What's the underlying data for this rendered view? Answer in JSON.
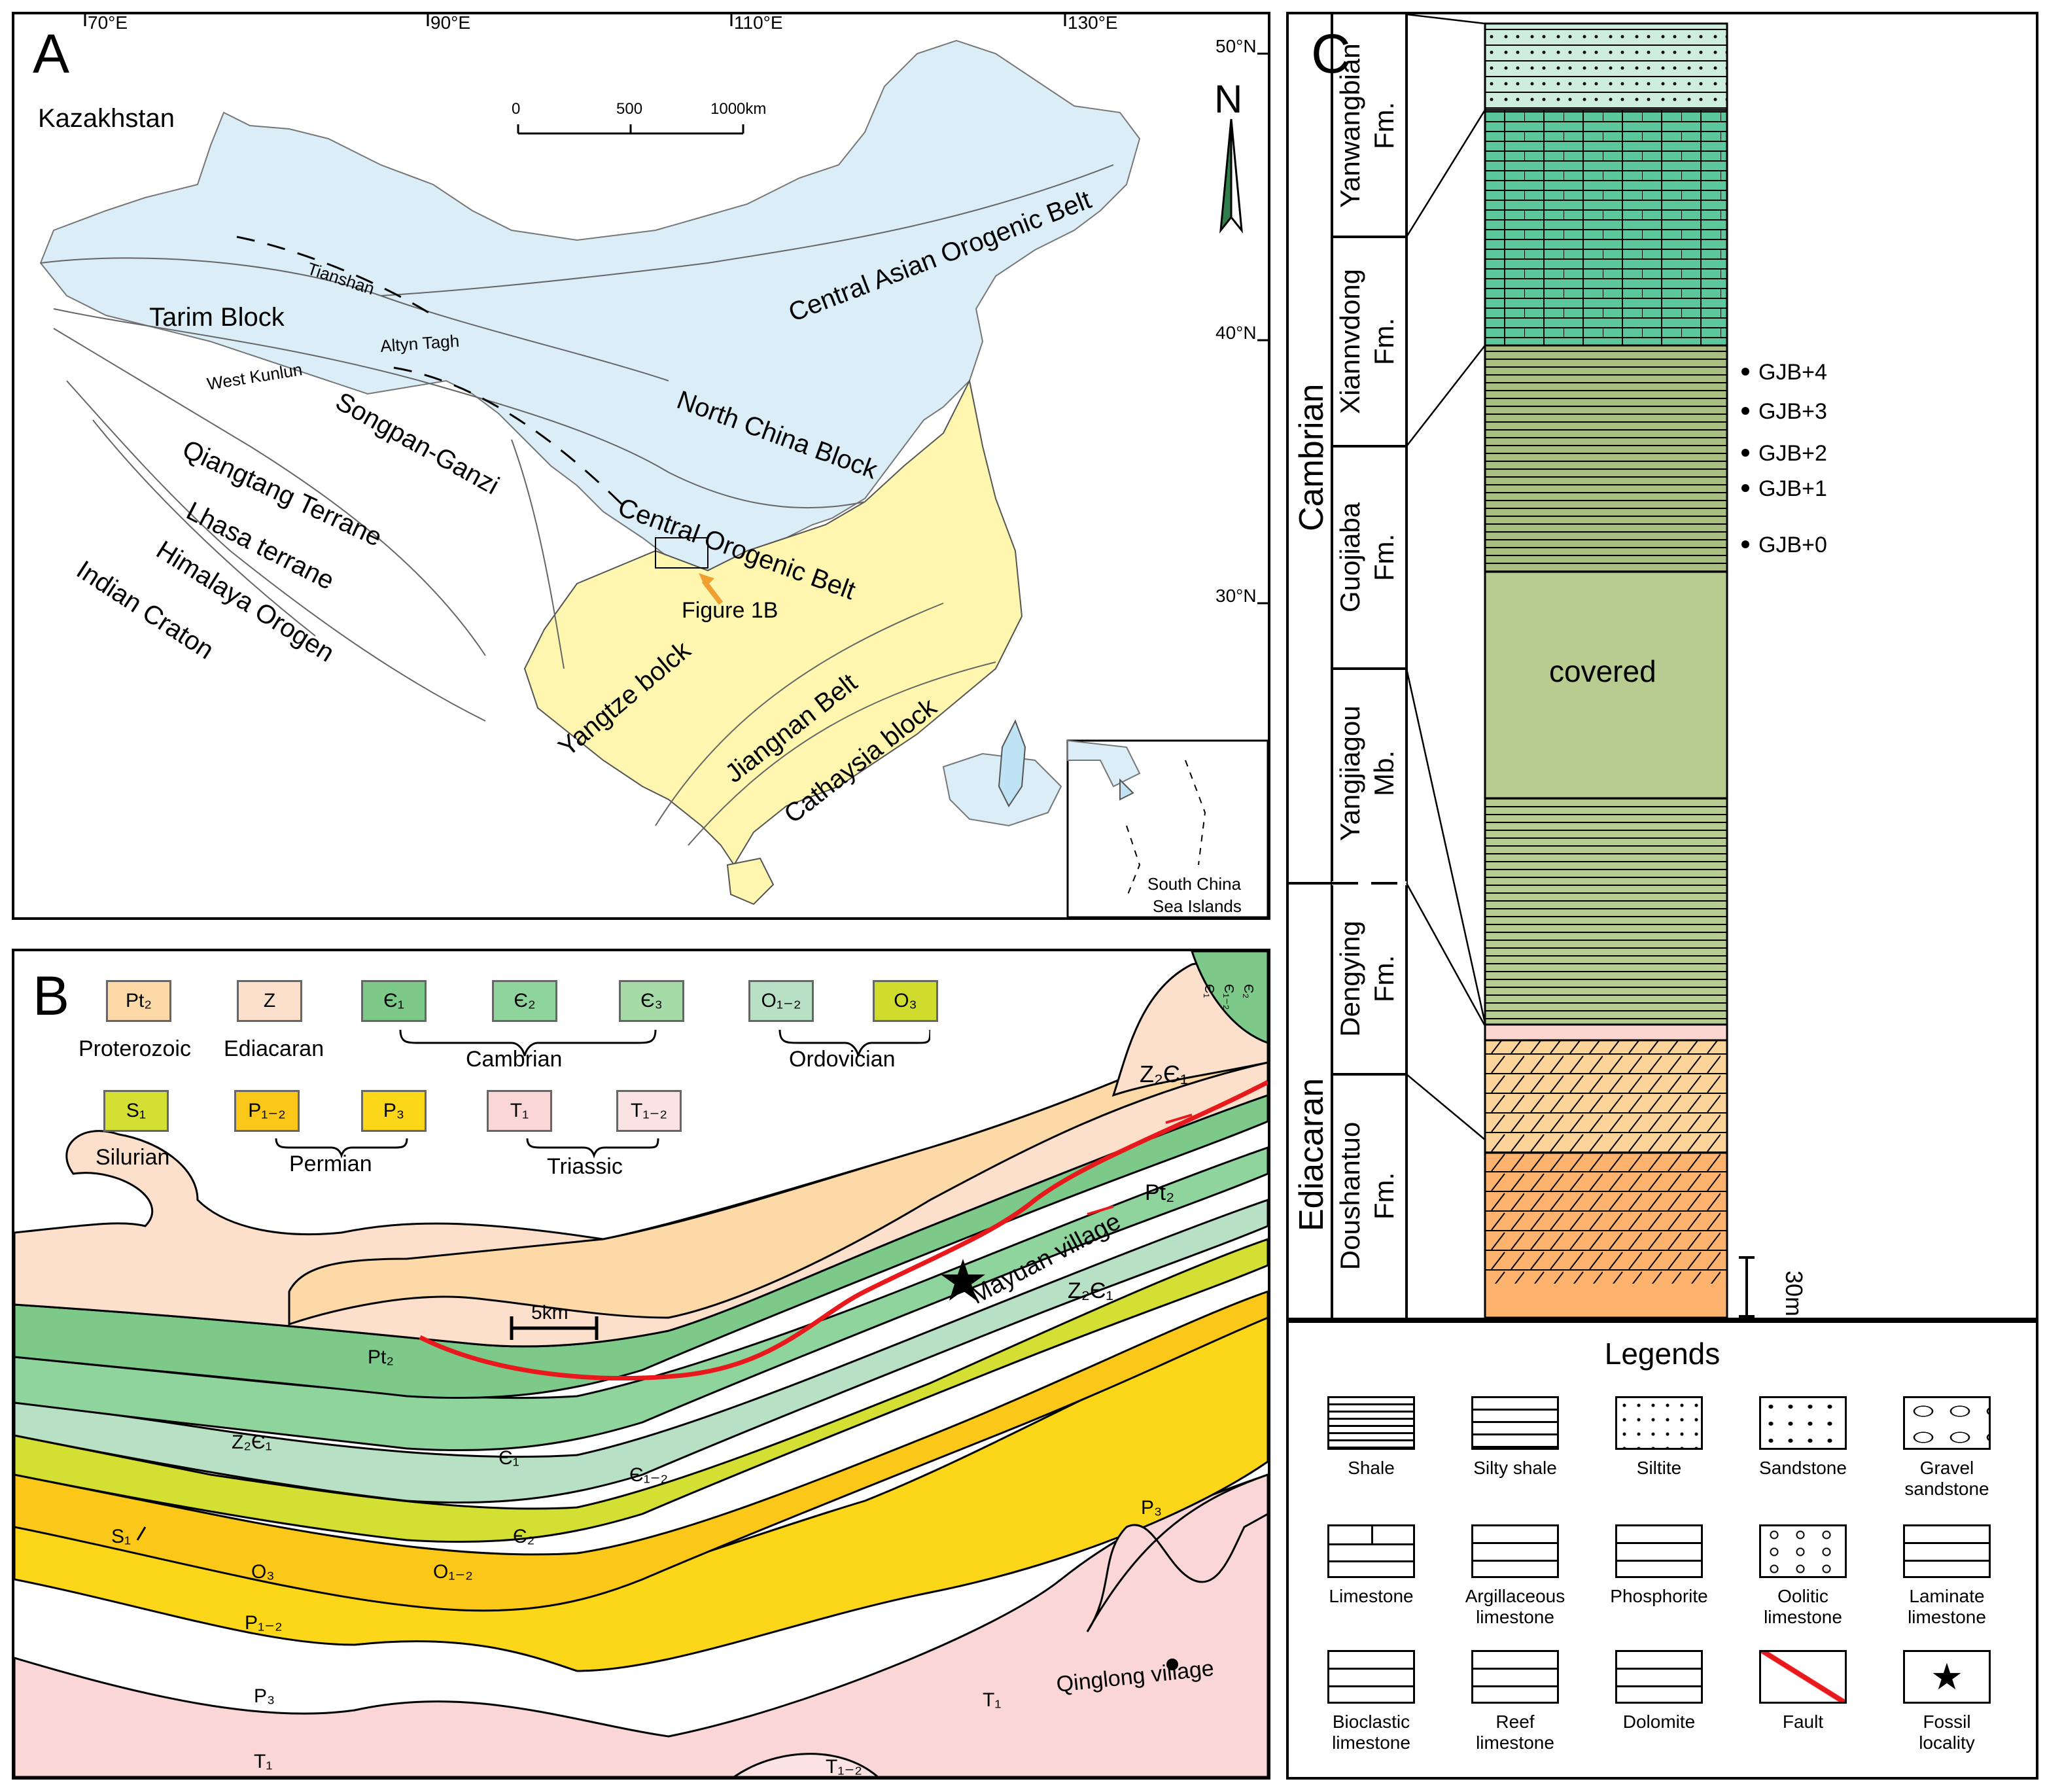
{
  "panelA": {
    "letter": "A",
    "lon_labels": [
      "70°E",
      "90°E",
      "110°E",
      "130°E"
    ],
    "lat_labels": [
      "50°N",
      "40°N",
      "30°N"
    ],
    "scale_ticks": [
      "0",
      "500",
      "1000km"
    ],
    "north": "N",
    "labels": {
      "kazakhstan": "Kazakhstan",
      "tianshan": "Tianshan",
      "tarim": "Tarim Block",
      "altyn": "Altyn Tagh",
      "west_kunlun": "West Kunlun",
      "caob": "Central Asian Orogenic Belt",
      "ncb": "North China Block",
      "songpan": "Songpan-Ganzi",
      "qiangtang": "Qiangtang Terrane",
      "lhasa": "Lhasa terrane",
      "himalaya": "Himalaya  Orogen",
      "indian": "Indian Craton",
      "cob": "Central Orogenic Belt",
      "figure1b": "Figure 1B",
      "yangtze": "Yangtze bolck",
      "jiangnan": "Jiangnan Belt",
      "cathaysia": "Cathaysia block",
      "scs_1": "South China",
      "scs_2": "Sea Islands"
    },
    "colors": {
      "land": "#dbeef8",
      "south_china": "#fff7b0",
      "sea": "#bfe3f5",
      "arrow": "#f0a030"
    }
  },
  "panelB": {
    "letter": "B",
    "units": [
      {
        "code": "Pt₂",
        "color": "#fcd9a6"
      },
      {
        "code": "Z",
        "color": "#fde0cc"
      },
      {
        "code": "Є₁",
        "color": "#7cc98a"
      },
      {
        "code": "Є₂",
        "color": "#8fd39d"
      },
      {
        "code": "Є₃",
        "color": "#a6dba8"
      },
      {
        "code": "O₁₋₂",
        "color": "#b7e0c4"
      },
      {
        "code": "O₃",
        "color": "#cfdc2e"
      },
      {
        "code": "S₁",
        "color": "#d4df34"
      },
      {
        "code": "P₁₋₂",
        "color": "#fbc81a"
      },
      {
        "code": "P₃",
        "color": "#fbd619"
      },
      {
        "code": "T₁",
        "color": "#fad7d6"
      },
      {
        "code": "T₁₋₂",
        "color": "#fbe3e3"
      }
    ],
    "groups": {
      "proterozoic": "Proterozoic",
      "ediacaran": "Ediacaran",
      "cambrian": "Cambrian",
      "ordovician": "Ordovician",
      "silurian": "Silurian",
      "permian": "Permian",
      "triassic": "Triassic"
    },
    "map_labels": {
      "z2e1_top": "Z₂Є₁",
      "e1_top": "Є₁",
      "e12_top": "Є₁₋₂",
      "e2_top": "Є₂",
      "pt2_right": "Pt₂",
      "mayuan": "Mayuan village",
      "z2e1_mid": "Z₂Є₁",
      "scale": "5km",
      "pt2_left": "Pt₂",
      "z2e1_left": "Z₂Є₁",
      "e1": "Є₁",
      "e12": "Є₁₋₂",
      "e2": "Є₂",
      "o12": "O₁₋₂",
      "o3": "O₃",
      "s1": "S₁",
      "p12": "P₁₋₂",
      "p3_left": "P₃",
      "p3_right": "P₃",
      "t1_left": "T₁",
      "t1_right": "T₁",
      "t12": "T₁₋₂",
      "qinglong": "Qinglong village"
    },
    "colors": {
      "fault": "#e8191c"
    }
  },
  "panelC": {
    "letter": "C",
    "systems": [
      "Cambrian",
      "Ediacaran"
    ],
    "formations": [
      {
        "name": "Yanwangbian\nFm."
      },
      {
        "name": "Xiannvdong\nFm."
      },
      {
        "name": "Guojiaba\nFm."
      },
      {
        "name": "Yangjiagou\nMb."
      },
      {
        "name": "Dengying\nFm."
      },
      {
        "name": "Doushantuo\nFm."
      }
    ],
    "covered": "covered",
    "samples": [
      "GJB+4",
      "GJB+3",
      "GJB+2",
      "GJB+1",
      "GJB+0"
    ],
    "scale": "30m",
    "colors": {
      "yanwangbian": "#cdeede",
      "limestone": "#5cc79a",
      "guojiaba": "#a9bf82",
      "covered": "#b6cc90",
      "phosphorite": "#fbd5d0",
      "dolomite_upper": "#fcd49a",
      "dolomite_lower": "#fdb36d"
    }
  },
  "legend": {
    "title": "Legends",
    "items": [
      {
        "icon": "shale",
        "label": "Shale"
      },
      {
        "icon": "silty-shale",
        "label": "Silty shale"
      },
      {
        "icon": "siltite",
        "label": "Siltite"
      },
      {
        "icon": "sandstone",
        "label": "Sandstone"
      },
      {
        "icon": "gravel-sandstone",
        "label": "Gravel\nsandstone"
      },
      {
        "icon": "limestone",
        "label": "Limestone"
      },
      {
        "icon": "argillaceous-limestone",
        "label": "Argillaceous\nlimestone"
      },
      {
        "icon": "phosphorite",
        "label": "Phosphorite"
      },
      {
        "icon": "oolitic-limestone",
        "label": "Oolitic\nlimestone"
      },
      {
        "icon": "laminate-limestone",
        "label": "Laminate\nlimestone"
      },
      {
        "icon": "bioclastic-limestone",
        "label": "Bioclastic\nlimestone"
      },
      {
        "icon": "reef-limestone",
        "label": "Reef\nlimestone"
      },
      {
        "icon": "dolomite",
        "label": "Dolomite"
      },
      {
        "icon": "fault",
        "label": "Fault"
      },
      {
        "icon": "fossil-locality",
        "label": "Fossil\nlocality"
      }
    ]
  }
}
